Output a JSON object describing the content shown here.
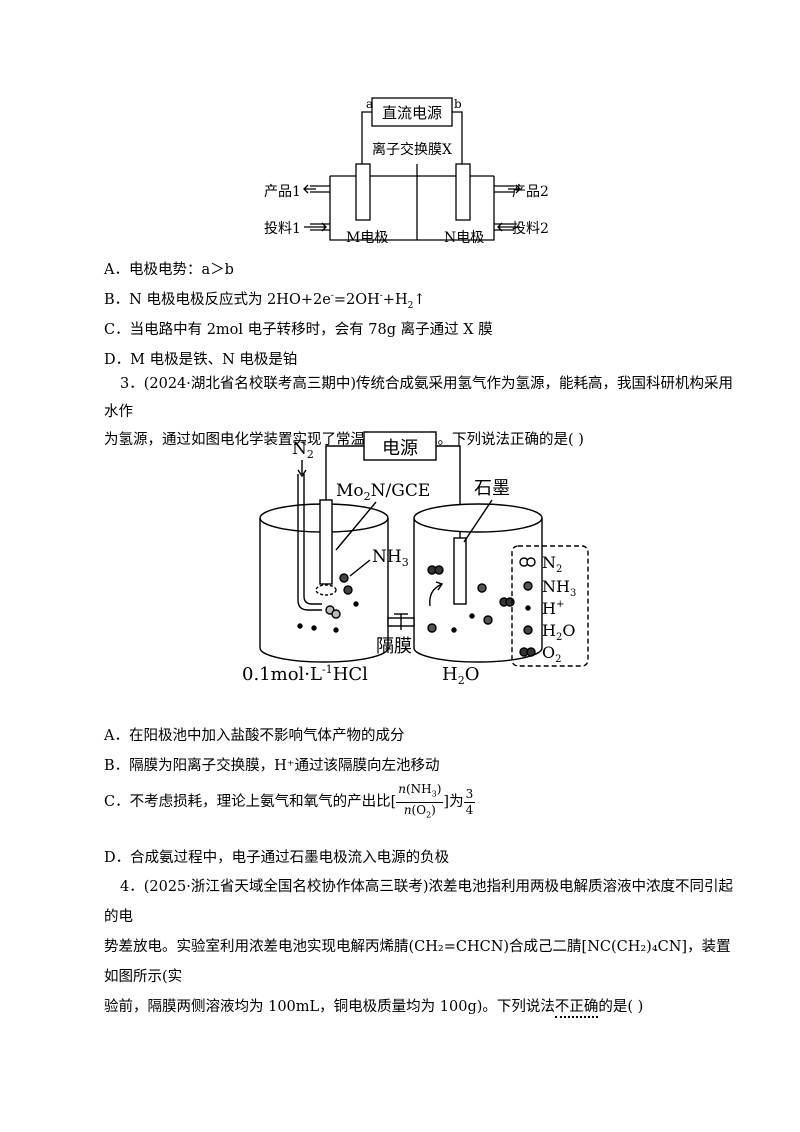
{
  "fig1": {
    "power_label": "直流电源",
    "terminal_a": "a",
    "terminal_b": "b",
    "membrane_label": "离子交换膜X",
    "product1": "产品1",
    "product2": "产品2",
    "feed1": "投料1",
    "feed2": "投料2",
    "electrode_m": "M电极",
    "electrode_n": "N电极"
  },
  "q2_options": {
    "a": "A．电极电势：a＞b",
    "b_prefix": "B．N 电极电极反应式为 2H",
    "c": "C．当电路中有 2mol 电子转移时，会有 78g 离子通过 X 膜",
    "d": "D．M 电极是铁、N 电极是铂"
  },
  "q3": {
    "stem_line1": "3．(2024·湖北省名校联考高三期中)传统合成氨采用氢气作为氢源，能耗高，我国科研机构采用水作",
    "stem_line2": "为氢源，通过如图电化学装置实现了常温下氨的合成。下列说法正确的是(        )"
  },
  "fig2": {
    "power_label": "电源",
    "n2_label": "N",
    "cathode_label": "Mo",
    "cathode_suffix": "N/GCE",
    "graphite_label": "石墨",
    "nh3_label": "NH",
    "membrane_label": "隔膜",
    "left_solution": "0.1mol·L",
    "left_solution_suffix": "HCl",
    "right_solution": "H",
    "legend": [
      "N",
      "NH",
      "H",
      "H",
      "O"
    ]
  },
  "q3_options": {
    "a": "A．在阳极池中加入盐酸不影响气体产物的成分",
    "b": "B．隔膜为阳离子交换膜，H⁺通过该隔膜向左池移动",
    "c_prefix": "C．不考虑损耗，理论上氨气和氧气的产出比[",
    "c_suffix": "]为",
    "c_num": "3",
    "c_den": "4",
    "d": "D．合成氨过程中，电子通过石墨电极流入电源的负极"
  },
  "q4": {
    "line1": "4．(2025·浙江省天域全国名校协作体高三联考)浓差电池指利用两极电解质溶液中浓度不同引起的电",
    "line2": "势差放电。实验室利用浓差电池实现电解丙烯腈(CH₂=CHCN)合成己二腈[NC(CH₂)₄CN]，装置如图所示(实",
    "line3_prefix": "验前，隔膜两侧溶液均为 100mL，铜电极质量均为 100g)。下列说法",
    "line3_emph": "不正确",
    "line3_suffix": "的是(        )"
  }
}
